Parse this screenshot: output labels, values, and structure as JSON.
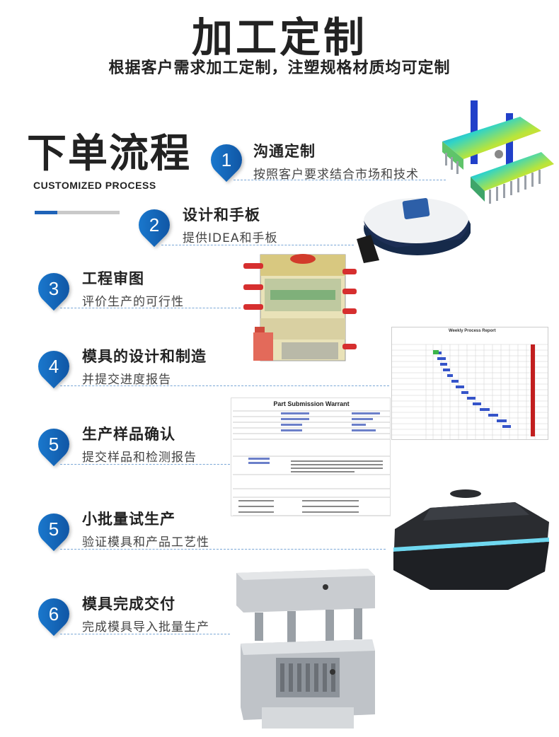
{
  "header": {
    "title": "加工定制",
    "subtitle": "根据客户需求加工定制，注塑规格材质均可定制"
  },
  "section": {
    "title": "下单流程",
    "subtitle": "CUSTOMIZED PROCESS"
  },
  "steps": [
    {
      "num": "1",
      "title": "沟通定制",
      "desc": "按照客户要求结合市场和技术"
    },
    {
      "num": "2",
      "title": "设计和手板",
      "desc": "提供IDEA和手板"
    },
    {
      "num": "3",
      "title": "工程审图",
      "desc": "评价生产的可行性"
    },
    {
      "num": "4",
      "title": "模具的设计和制造",
      "desc": "并提交进度报告"
    },
    {
      "num": "5",
      "title": "生产样品确认",
      "desc": "提交样品和检测报告"
    },
    {
      "num": "5",
      "title": "小批量试生产",
      "desc": "验证模具和产品工艺性"
    },
    {
      "num": "6",
      "title": "模具完成交付",
      "desc": "完成模具导入批量生产"
    }
  ],
  "report": {
    "title": "Weekly Process Report"
  },
  "warrant": {
    "title": "Part Submission Warrant"
  },
  "colors": {
    "accent": "#1f63b8",
    "pin": "#1c7fd6"
  }
}
